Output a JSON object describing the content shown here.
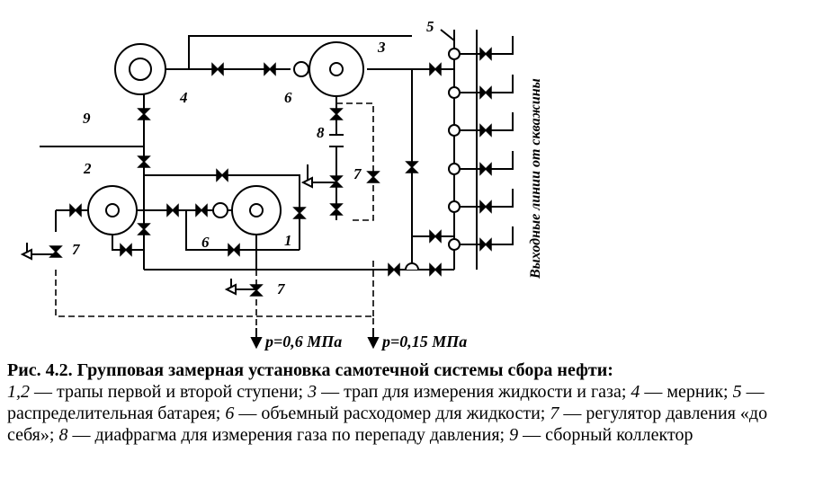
{
  "diagram": {
    "labels": {
      "n1": "1",
      "n2": "2",
      "n3": "3",
      "n4": "4",
      "n5": "5",
      "n6a": "6",
      "n6b": "6",
      "n7a": "7",
      "n7b": "7",
      "n7c": "7",
      "n8": "8",
      "n9": "9"
    },
    "pressure_low_label": "p=0,6 МПа",
    "pressure_high_label": "p=0,15 МПа",
    "wells_label": "Выходные линии от скважины"
  },
  "caption": {
    "title": "Рис. 4.2. Групповая замерная установка самотечной системы сбора нефти:",
    "legend": [
      {
        "num": "1,2",
        "text": " — трапы первой и второй ступени; "
      },
      {
        "num": "3",
        "text": " — трап для измерения жидкости и газа; "
      },
      {
        "num": "4",
        "text": " — мерник; "
      },
      {
        "num": "5",
        "text": " — распределительная батарея; "
      },
      {
        "num": "6",
        "text": " — объемный расходомер для жидкости; "
      },
      {
        "num": "7",
        "text": " — регулятор давления «до себя»; "
      },
      {
        "num": "8",
        "text": " — диафрагма для измерения газа по перепаду давления; "
      },
      {
        "num": "9",
        "text": " — сборный коллектор"
      }
    ]
  }
}
